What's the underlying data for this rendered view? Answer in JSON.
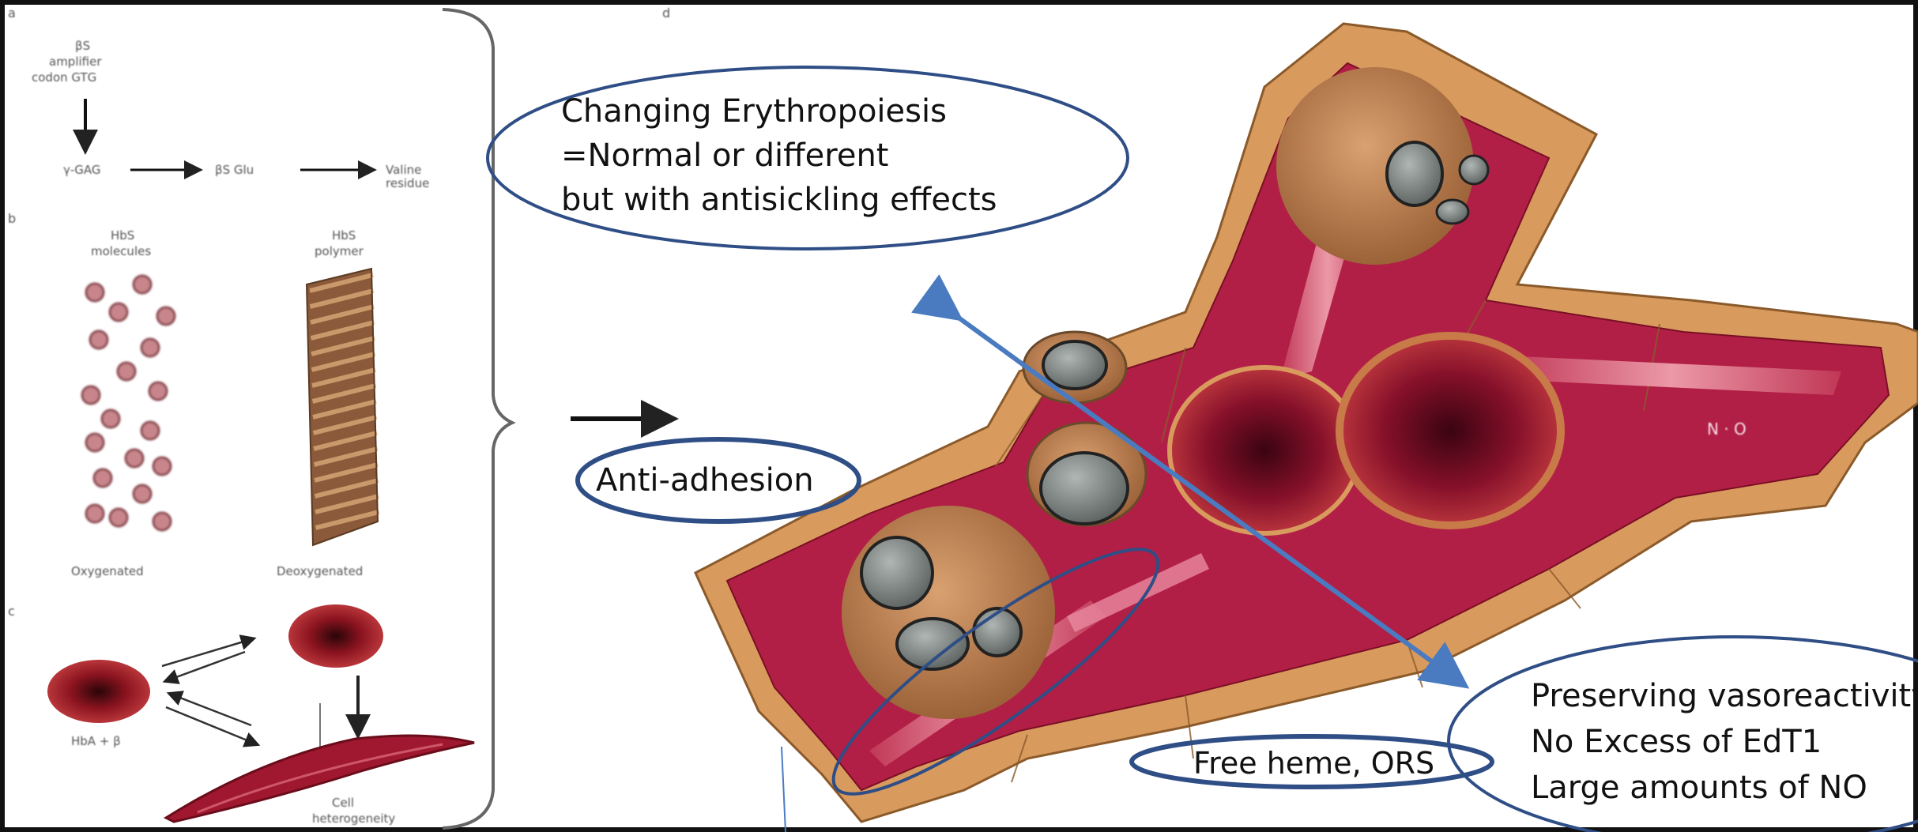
{
  "left_panel": {
    "label_a": "a",
    "label_b": "b",
    "label_c": "c",
    "panel_a_top": [
      "βS",
      "amplifier",
      "codon GTG"
    ],
    "panel_a_flow": [
      "γ-GAG",
      "βS Glu",
      "Valine residue"
    ],
    "panel_b_left": [
      "HbS",
      "molecules"
    ],
    "panel_b_right": [
      "HbS",
      "polymer"
    ],
    "panel_b_caption_left": "Oxygenated",
    "panel_b_caption_right": "Deoxygenated",
    "panel_c_left": "HbA + β",
    "panel_c_bottom": [
      "Cell",
      "heterogeneity"
    ]
  },
  "right_panel": {
    "label_d": "d",
    "vessel_label": "N · O"
  },
  "callouts": {
    "erythropoiesis": [
      "Changing Erythropoiesis",
      "=Normal or different",
      "but with antisickling effects"
    ],
    "adhesion": "Anti-adhesion",
    "heme": "Free heme, ORS",
    "vaso": [
      "Preserving vasoreactivity",
      "No Excess of EdT1",
      "Large amounts of NO"
    ]
  },
  "colors": {
    "ellipse": "#2f4e86",
    "arrow": "#4a7bc0",
    "vessel_wall": "#d99a5e",
    "vessel_inner": "#a0173c",
    "blood_cell": "#7a0f18"
  }
}
